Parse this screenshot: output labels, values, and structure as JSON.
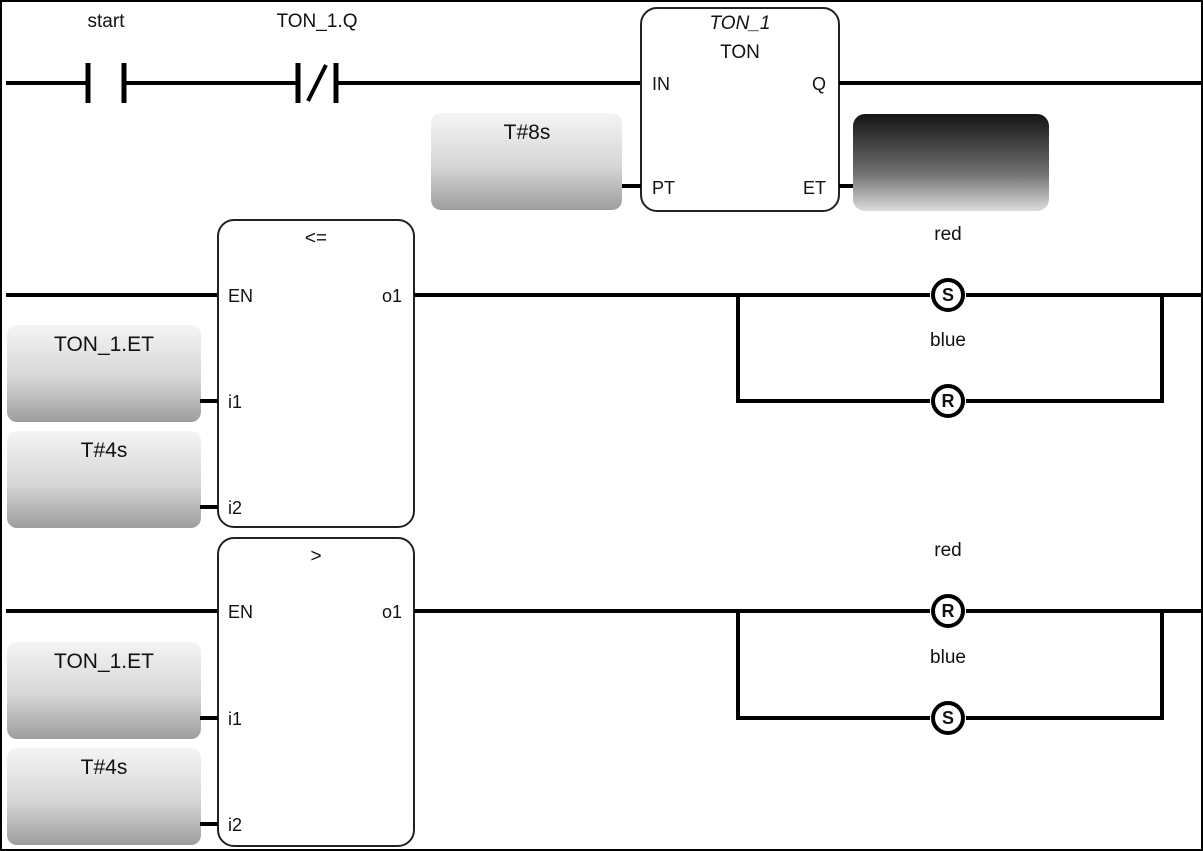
{
  "rung1": {
    "contact_no": {
      "label": "start"
    },
    "contact_nc": {
      "label": "TON_1.Q"
    },
    "timer": {
      "instance": "TON_1",
      "type": "TON",
      "pin_in": "IN",
      "pin_pt": "PT",
      "pin_q": "Q",
      "pin_et": "ET"
    },
    "pt_value": "T#8s",
    "et_value": ""
  },
  "rung2": {
    "block": {
      "op": "<=",
      "pin_en": "EN",
      "pin_i1": "i1",
      "pin_i2": "i2",
      "pin_o1": "o1"
    },
    "i1_value": "TON_1.ET",
    "i2_value": "T#4s",
    "coil_top": {
      "label": "red",
      "kind": "S"
    },
    "coil_bottom": {
      "label": "blue",
      "kind": "R"
    }
  },
  "rung3": {
    "block": {
      "op": ">",
      "pin_en": "EN",
      "pin_i1": "i1",
      "pin_i2": "i2",
      "pin_o1": "o1"
    },
    "i1_value": "TON_1.ET",
    "i2_value": "T#4s",
    "coil_top": {
      "label": "red",
      "kind": "R"
    },
    "coil_bottom": {
      "label": "blue",
      "kind": "S"
    }
  }
}
